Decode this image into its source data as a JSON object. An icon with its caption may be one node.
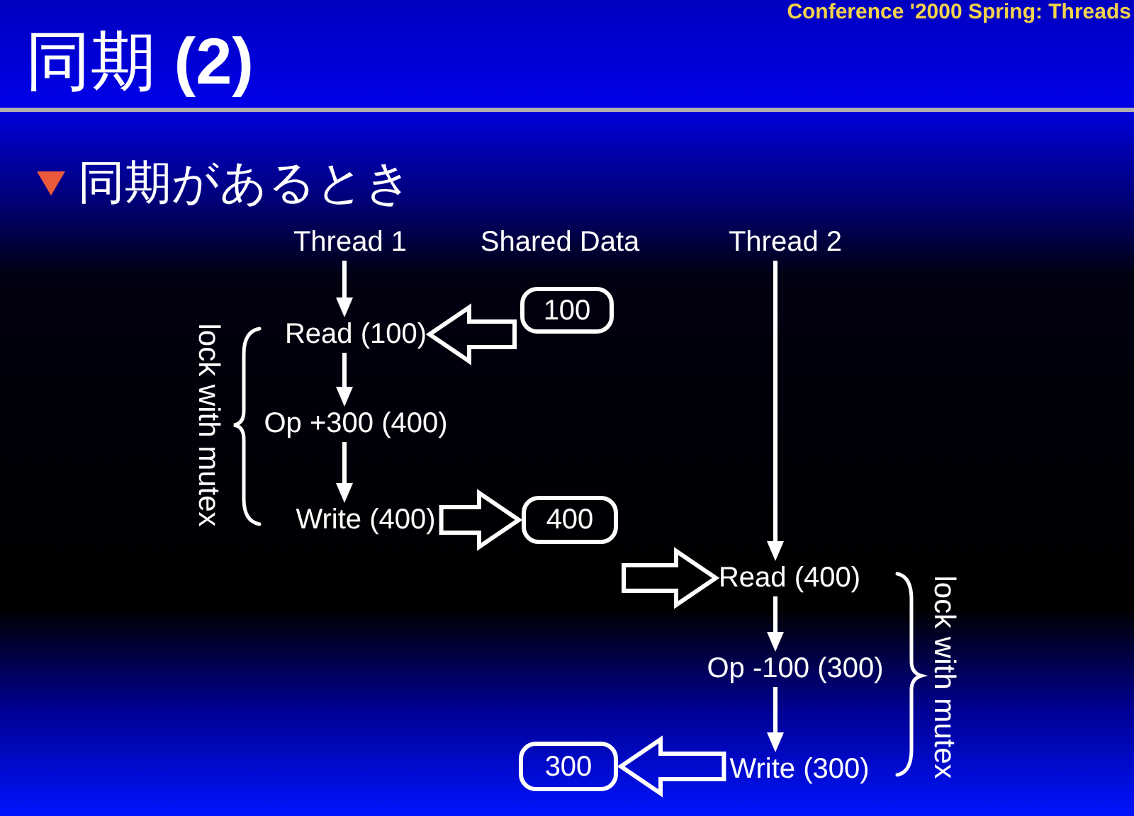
{
  "diagram": {
    "title": "同期 **(2)**",
    "nodes": [
      {
        "text": [
          "Thread 1"
        ]
      },
      {
        "text": [
          "Read (100)"
        ]
      },
      {
        "text": [
          "Op +300 (400)"
        ]
      },
      {
        "text": [
          "Write (400)"
        ]
      },
      {
        "text": [
          "100"
        ]
      },
      {
        "text": [
          "400"
        ]
      },
      {
        "text": [
          "Thread 2"
        ]
      },
      {
        "text": [
          "Read (400)"
        ]
      },
      {
        "text": [
          "Op -100 (300)"
        ]
      },
      {
        "text": [
          "Write (300)"
        ]
      },
      {
        "text": [
          "300"
        ]
      }
    ],
    "edges": [
      {
        "from": 0,
        "to": 1,
        "arrow": "to"
      },
      {
        "from": 1,
        "to": 2,
        "arrow": "to"
      },
      {
        "from": 2,
        "to": 3,
        "arrow": "to"
      },
      {
        "from": 4,
        "to": 1,
        "arrow": "to",
        "style": "thick"
      },
      {
        "from": 3,
        "to": 5,
        "arrow": "to",
        "style": "thick"
      },
      {
        "from": 5,
        "to": 7,
        "arrow": "to",
        "style": "thick"
      },
      {
        "from": 6,
        "to": 7,
        "arrow": "to"
      },
      {
        "from": 7,
        "to": 8,
        "arrow": "to"
      },
      {
        "from": 8,
        "to": 9,
        "arrow": "to"
      },
      {
        "from": 9,
        "to": 10,
        "arrow": "to",
        "style": "thick"
      }
    ],
    "labels": [
      "Conference '2000 Spring: Threads",
      "同期があるとき",
      "Shared Data",
      "lock with mutex",
      "lock with mutex"
    ]
  }
}
